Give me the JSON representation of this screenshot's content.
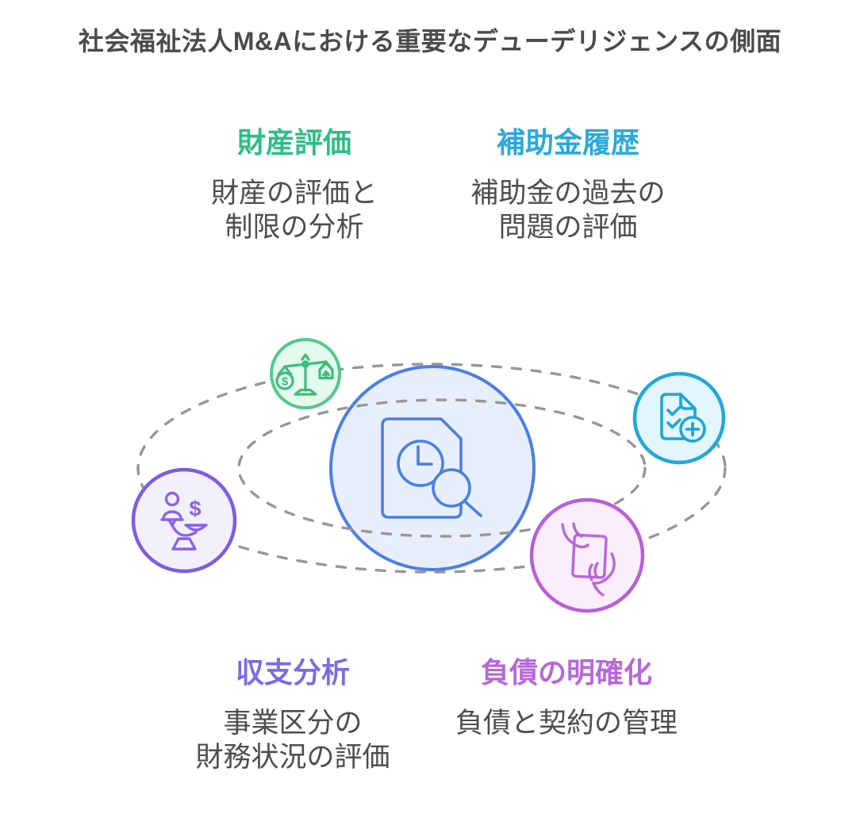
{
  "title": "社会福祉法人M&Aにおける重要なデューデリジェンスの側面",
  "sections": {
    "asset_evaluation": {
      "heading": "財産評価",
      "color": "#2ebe86",
      "desc_line1": "財産の評価と",
      "desc_line2": "制限の分析",
      "icon": "balance-scale-icon"
    },
    "subsidy_history": {
      "heading": "補助金履歴",
      "color": "#29a9dc",
      "desc_line1": "補助金の過去の",
      "desc_line2": "問題の評価",
      "icon": "checklist-plus-icon"
    },
    "income_expense_analysis": {
      "heading": "収支分析",
      "color": "#7b6be8",
      "desc_line1": "事業区分の",
      "desc_line2": "財務状況の評価",
      "icon": "person-money-balance-icon"
    },
    "liability_clarification": {
      "heading": "負債の明確化",
      "color": "#b767db",
      "desc_line1": "負債と契約の管理",
      "icon": "hands-document-icon"
    }
  },
  "center_node": {
    "icon": "document-search-clock-icon",
    "stroke_color": "#4a7fe8",
    "fill_color": "#e9eefb"
  },
  "orbit": {
    "dash_color": "#979797"
  },
  "node_colors": {
    "green_fill": "#e6f9ef",
    "green_stroke": "#52c98b",
    "green_icon": "#3dbd7d",
    "blue_fill": "#e4f6fd",
    "blue_stroke": "#22a7dc",
    "blue_icon": "#1ba5d8",
    "purple_fill": "#f3f0fd",
    "purple_stroke": "#7a5fe0",
    "purple_icon": "#8a63e8",
    "pink_fill": "#faeefc",
    "pink_stroke": "#b85ed8",
    "pink_icon": "#bb64da"
  },
  "currency_symbol": "$"
}
